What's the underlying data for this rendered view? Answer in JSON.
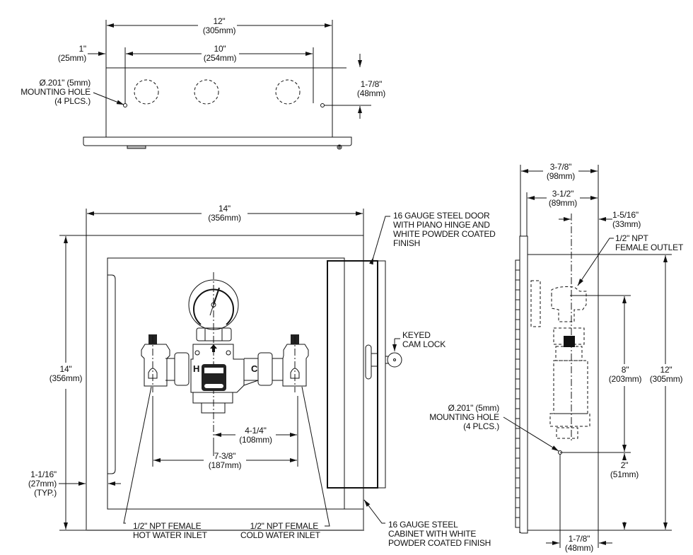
{
  "top_view": {
    "overall_width": {
      "in": "12\"",
      "mm": "(305mm)"
    },
    "edge_offset": {
      "in": "1\"",
      "mm": "(25mm)"
    },
    "hole_spacing": {
      "in": "10\"",
      "mm": "(254mm)"
    },
    "hole_depth": {
      "in": "1-7/8\"",
      "mm": "(48mm)"
    },
    "mounting_hole": {
      "line1": "Ø.201\" (5mm)",
      "line2": "MOUNTING HOLE",
      "line3": "(4 PLCS.)"
    },
    "knockouts": 3
  },
  "front_view": {
    "overall_width": {
      "in": "14\"",
      "mm": "(356mm)"
    },
    "overall_height": {
      "in": "14\"",
      "mm": "(356mm)"
    },
    "flange": {
      "in": "1-1/16\"",
      "mm": "(27mm)",
      "note": "(TYP.)"
    },
    "outlet_offset": {
      "in": "4-1/4\"",
      "mm": "(108mm)"
    },
    "inlet_spacing": {
      "in": "7-3/8\"",
      "mm": "(187mm)"
    },
    "valve_labels": {
      "hot": "H",
      "cold": "C"
    },
    "callouts": {
      "door": [
        "16 GAUGE STEEL DOOR",
        "WITH PIANO HINGE AND",
        "WHITE POWDER COATED",
        "FINISH"
      ],
      "lock": [
        "KEYED",
        "CAM LOCK"
      ],
      "cabinet": [
        "16 GAUGE STEEL",
        "CABINET WITH WHITE",
        "POWDER COATED FINISH"
      ],
      "hot_inlet": [
        "1/2\" NPT FEMALE",
        "HOT WATER INLET"
      ],
      "cold_inlet": [
        "1/2\" NPT FEMALE",
        "COLD WATER INLET"
      ]
    }
  },
  "side_view": {
    "overall_depth": {
      "in": "3-7/8\"",
      "mm": "(98mm)"
    },
    "box_depth": {
      "in": "3-1/2\"",
      "mm": "(89mm)"
    },
    "outlet_depth": {
      "in": "1-5/16\"",
      "mm": "(33mm)"
    },
    "outlet_height": {
      "in": "8\"",
      "mm": "(203mm)"
    },
    "box_height": {
      "in": "12\"",
      "mm": "(305mm)"
    },
    "hole_height": {
      "in": "2\"",
      "mm": "(51mm)"
    },
    "hole_depth": {
      "in": "1-7/8\"",
      "mm": "(48mm)"
    },
    "outlet_callout": [
      "1/2\" NPT",
      "FEMALE OUTLET"
    ],
    "mounting_hole": {
      "line1": "Ø.201\" (5mm)",
      "line2": "MOUNTING HOLE",
      "line3": "(4 PLCS.)"
    }
  }
}
